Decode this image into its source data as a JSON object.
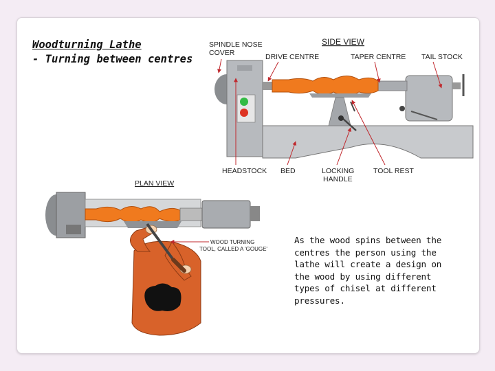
{
  "title": {
    "line1": "Woodturning Lathe",
    "line2": "- Turning between centres"
  },
  "description": "As the wood spins between the centres the person using the lathe will create a design on the wood by using different types of chisel at different pressures.",
  "side_view": {
    "heading": "SIDE VIEW",
    "labels": {
      "spindle_nose_1": "SPINDLE NOSE",
      "spindle_nose_2": "COVER",
      "drive_centre": "DRIVE CENTRE",
      "taper_centre": "TAPER CENTRE",
      "tail_stock": "TAIL STOCK",
      "headstock": "HEADSTOCK",
      "bed": "BED",
      "locking_1": "LOCKING",
      "locking_2": "HANDLE",
      "tool_rest": "TOOL REST"
    }
  },
  "plan_view": {
    "heading": "PLAN VIEW",
    "labels": {
      "tool_1": "WOOD TURNING",
      "tool_2": "TOOL, CALLED A 'GOUGE'"
    }
  },
  "colors": {
    "wood": "#f07a1e",
    "machine": "#b5b8bc",
    "arrow": "#c0282d",
    "start_button": "#33bb44",
    "stop_button": "#dd3322",
    "sleeve": "#d8622a"
  }
}
